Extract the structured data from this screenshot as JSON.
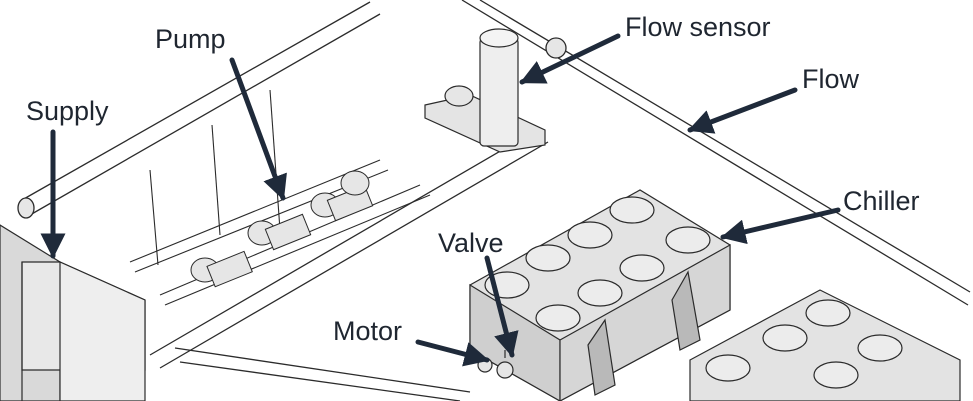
{
  "labels": {
    "pump": "Pump",
    "supply": "Supply",
    "flow_sensor": "Flow sensor",
    "flow": "Flow",
    "chiller": "Chiller",
    "valve": "Valve",
    "motor": "Motor"
  },
  "colors": {
    "line": "#2b2b2b",
    "equipment_fill": "#e6e6e6",
    "equipment_dark": "#b9b9b9",
    "arrow": "#1f2a3a",
    "background": "#ffffff"
  }
}
